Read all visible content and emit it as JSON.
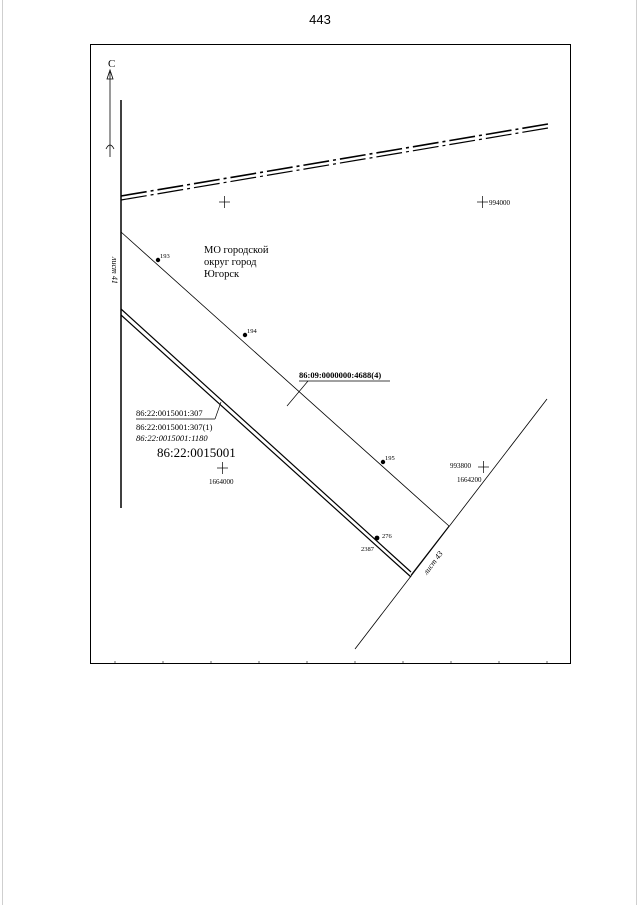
{
  "page": {
    "number": "443"
  },
  "map": {
    "north_label": "С",
    "sheet_left": "лист 41",
    "sheet_bottom": "лист 43",
    "area_label_lines": [
      "МО городской",
      "округ город",
      "Югорск"
    ],
    "parcel_road": "86:09:0000000:4688(4)",
    "parcel_a": "86:22:0015001:307",
    "parcel_a_sub": "86:22:0015001:307(1)",
    "parcel_b": "86:22:0015001:1180",
    "quarter": "86:22:0015001",
    "points": {
      "p193": "193",
      "p194": "194",
      "p195": "195",
      "p276": "276",
      "p2387": "2387"
    },
    "grid": {
      "x994000": "994000",
      "y1664000": "1664000",
      "x993800": "993800",
      "y1664200": "1664200"
    }
  }
}
